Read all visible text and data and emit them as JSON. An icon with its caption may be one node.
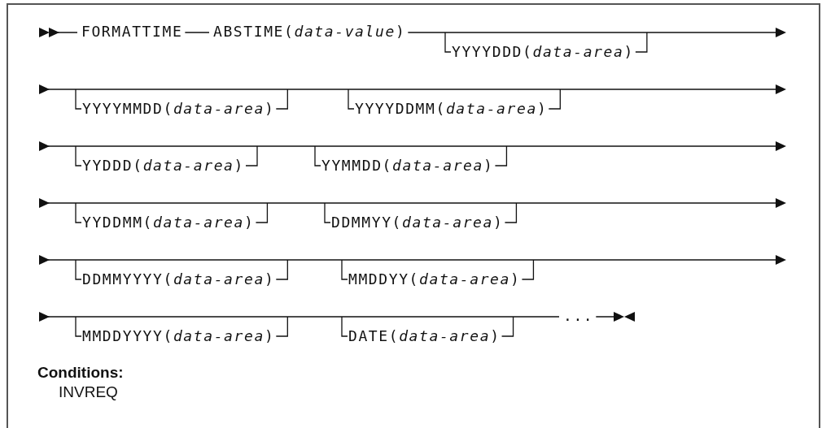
{
  "diagram": {
    "labels": [
      "FORMATTIME",
      "ABSTIME(*data-value*)",
      "YYYYDDD(*data-area*)",
      "YYYYMMDD(*data-area*)",
      "YYYYDDMM(*data-area*)",
      "YYDDD(*data-area*)",
      "YYMMDD(*data-area*)",
      "YYDDMM(*data-area*)",
      "DDMMYY(*data-area*)",
      "DDMMYYYY(*data-area*)",
      "MMDDYY(*data-area*)",
      "MMDDYYYY(*data-area*)",
      "DATE(*data-area*)",
      "...",
      "Conditions:",
      "INVREQ"
    ]
  }
}
